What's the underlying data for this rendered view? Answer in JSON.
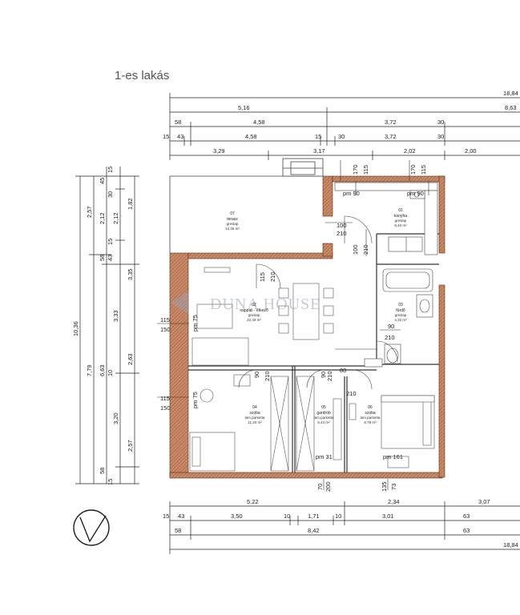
{
  "title": "1-es lakás",
  "watermark": "DUNA HOUSE",
  "top_dims": {
    "row1": [
      "18,84"
    ],
    "row2": [
      "5,16",
      "8,63"
    ],
    "row3": [
      "58",
      "4,58",
      "3,72",
      "30"
    ],
    "row4": [
      "15",
      "43",
      "4,58",
      "15",
      "30",
      "3,72",
      "30"
    ],
    "row5": [
      "3,29",
      "3,17",
      "2,02",
      "2,00"
    ]
  },
  "bottom_dims": {
    "row1": [
      "5,22",
      "2,34",
      "3,07"
    ],
    "row2": [
      "15",
      "43",
      "3,50",
      "10",
      "1,71",
      "10",
      "3,01",
      "63"
    ],
    "row3": [
      "58",
      "8,42",
      "63"
    ],
    "row4": [
      "18,84"
    ]
  },
  "left_dims": {
    "col1": [
      "10,36"
    ],
    "col2": [
      "2,57",
      "7,79"
    ],
    "col3": [
      "45",
      "2,12",
      "58",
      "6,63",
      "58"
    ],
    "col4": [
      "15",
      "30",
      "2,12",
      "15",
      "43",
      "3,33",
      "10",
      "3,20",
      "15"
    ],
    "col5": [
      "1,82",
      "3,35",
      "2,63",
      "2,57"
    ]
  },
  "rooms": [
    {
      "num": "07",
      "name": "terasz",
      "floor": "greslap",
      "area": "12,26 m²"
    },
    {
      "num": "01",
      "name": "konyha",
      "floor": "greslap",
      "area": "8,40 m²"
    },
    {
      "num": "02",
      "name": "nappali - étkező",
      "floor": "greslap",
      "area": "22,43 m²"
    },
    {
      "num": "03",
      "name": "fürdő",
      "floor": "greslap",
      "area": "4,32 m²"
    },
    {
      "num": "04",
      "name": "szoba",
      "floor": "lam.parketta",
      "area": "11,20 m²"
    },
    {
      "num": "05",
      "name": "gardrób",
      "floor": "lam.parketta",
      "area": "5,44 m²"
    },
    {
      "num": "06",
      "name": "szoba",
      "floor": "lam.parketta",
      "area": "8,79 m²"
    }
  ],
  "openings": {
    "kitchen_top_1": [
      "170",
      "115"
    ],
    "kitchen_top_2": [
      "170",
      "115"
    ],
    "pm_kitchen_1": "pm 90",
    "pm_kitchen_2": "pm 90",
    "door_terrace": [
      "100",
      "210"
    ],
    "door_kitchen": [
      "100",
      "210"
    ],
    "door_living": [
      "115",
      "210"
    ],
    "window_living": [
      "115",
      "150"
    ],
    "pm_living": "pm 75",
    "door_bath": [
      "90",
      "210"
    ],
    "door_room4": [
      "90",
      "210"
    ],
    "door_room5": [
      "90",
      "210"
    ],
    "door_room6": [
      "80",
      "210"
    ],
    "window_room4": [
      "115",
      "150"
    ],
    "pm_room4": "pm 75",
    "pm_room5": "pm 31",
    "pm_room6": "pm 161",
    "bottom_left": [
      "70",
      "200"
    ],
    "bottom_right": [
      "135",
      "73"
    ]
  }
}
